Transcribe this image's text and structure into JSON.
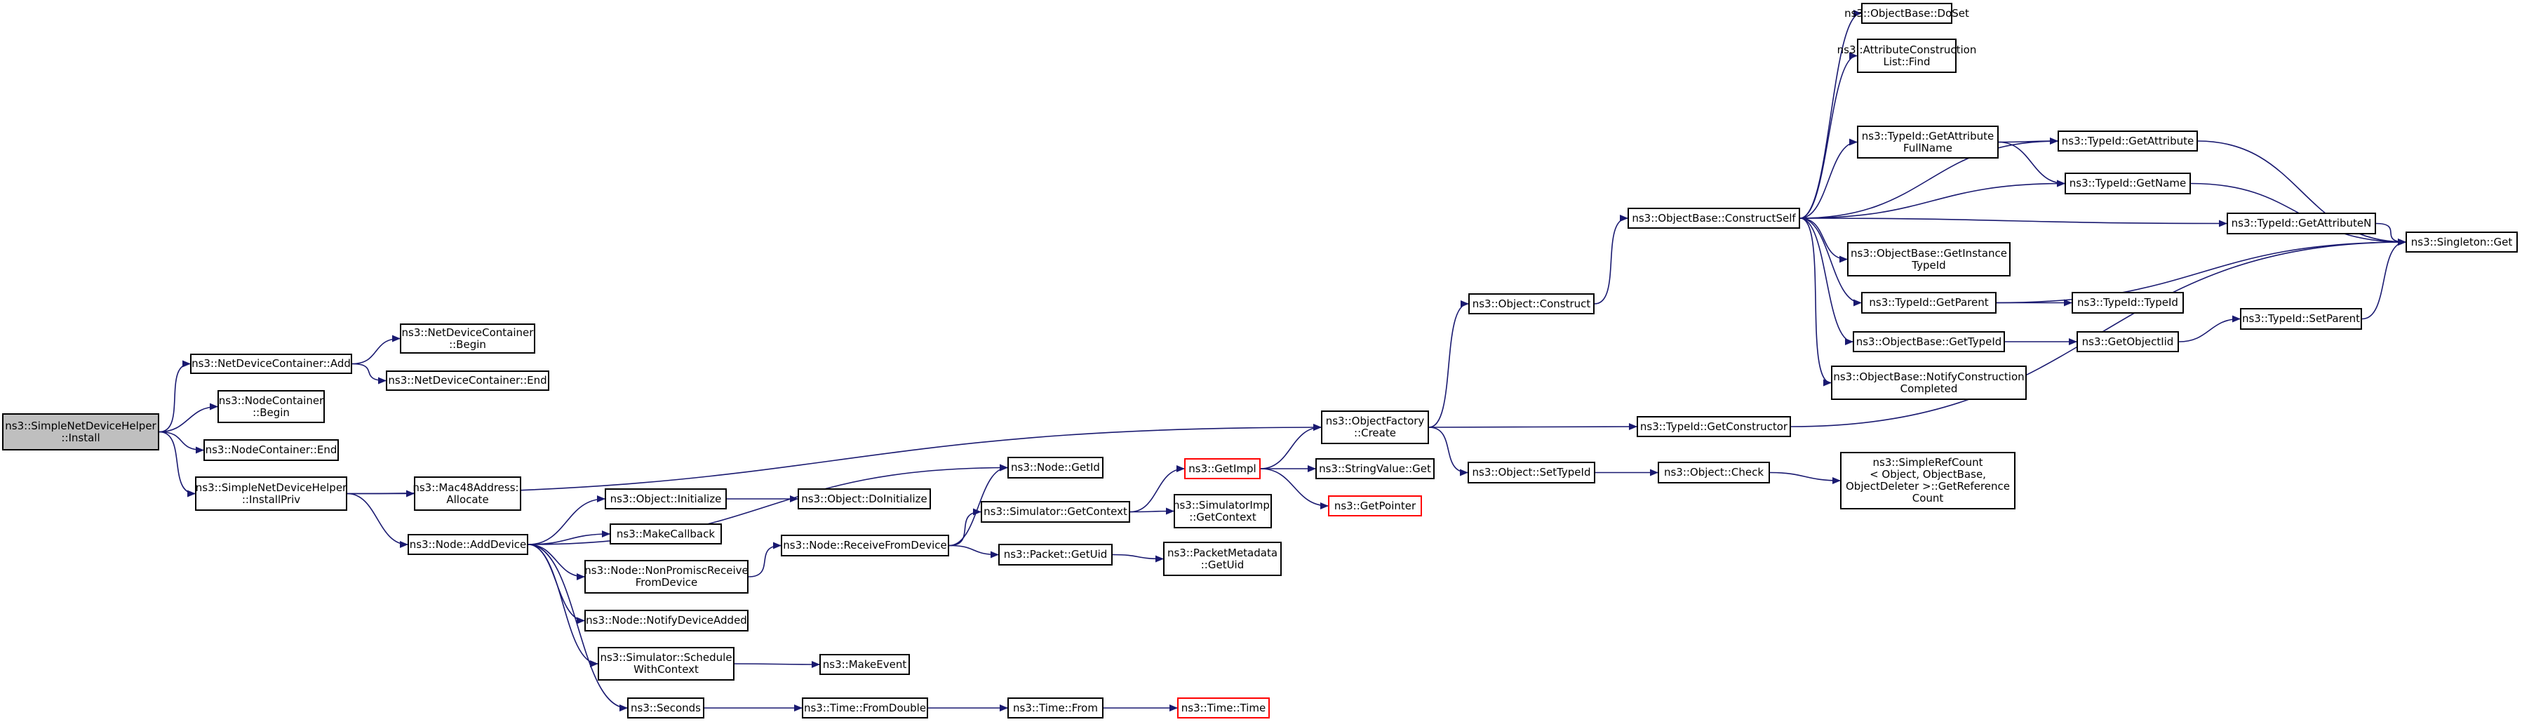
{
  "graph": {
    "edge_color": "#191970",
    "root_fill": "#bfbfbf",
    "truncated_border": "#ff0000",
    "nodes": [
      {
        "id": "n_install",
        "label": "ns3::SimpleNetDeviceHelper\n::Install",
        "root": true
      },
      {
        "id": "n_ndc_add",
        "label": "ns3::NetDeviceContainer::Add"
      },
      {
        "id": "n_ndc_begin",
        "label": "ns3::NetDeviceContainer\n::Begin"
      },
      {
        "id": "n_ndc_end",
        "label": "ns3::NetDeviceContainer::End"
      },
      {
        "id": "n_nc_begin",
        "label": "ns3::NodeContainer\n::Begin"
      },
      {
        "id": "n_nc_end",
        "label": "ns3::NodeContainer::End"
      },
      {
        "id": "n_installpriv",
        "label": "ns3::SimpleNetDeviceHelper\n::InstallPriv"
      },
      {
        "id": "n_mac48",
        "label": "ns3::Mac48Address::\nAllocate"
      },
      {
        "id": "n_adddevice",
        "label": "ns3::Node::AddDevice"
      },
      {
        "id": "n_obj_init",
        "label": "ns3::Object::Initialize"
      },
      {
        "id": "n_obj_doinit",
        "label": "ns3::Object::DoInitialize"
      },
      {
        "id": "n_makecallback",
        "label": "ns3::MakeCallback"
      },
      {
        "id": "n_nonpromisc",
        "label": "ns3::Node::NonPromiscReceive\nFromDevice"
      },
      {
        "id": "n_notifydev",
        "label": "ns3::Node::NotifyDeviceAdded"
      },
      {
        "id": "n_schedctx",
        "label": "ns3::Simulator::Schedule\nWithContext"
      },
      {
        "id": "n_makeevent",
        "label": "ns3::MakeEvent"
      },
      {
        "id": "n_seconds",
        "label": "ns3::Seconds"
      },
      {
        "id": "n_fromdouble",
        "label": "ns3::Time::FromDouble"
      },
      {
        "id": "n_time_from",
        "label": "ns3::Time::From"
      },
      {
        "id": "n_time_time",
        "label": "ns3::Time::Time",
        "truncated": true
      },
      {
        "id": "n_node_getid",
        "label": "ns3::Node::GetId"
      },
      {
        "id": "n_recvdev",
        "label": "ns3::Node::ReceiveFromDevice"
      },
      {
        "id": "n_sim_getctx",
        "label": "ns3::Simulator::GetContext"
      },
      {
        "id": "n_getimpl",
        "label": "ns3::GetImpl",
        "truncated": true
      },
      {
        "id": "n_simimpl_getctx",
        "label": "ns3::SimulatorImpl\n::GetContext"
      },
      {
        "id": "n_pkt_getuid",
        "label": "ns3::Packet::GetUid"
      },
      {
        "id": "n_pktmeta_getuid",
        "label": "ns3::PacketMetadata\n::GetUid"
      },
      {
        "id": "n_of_create",
        "label": "ns3::ObjectFactory\n::Create"
      },
      {
        "id": "n_stringvalue",
        "label": "ns3::StringValue::Get"
      },
      {
        "id": "n_getpointer",
        "label": "ns3::GetPointer",
        "truncated": true
      },
      {
        "id": "n_obj_construct",
        "label": "ns3::Object::Construct"
      },
      {
        "id": "n_obj_settypeid",
        "label": "ns3::Object::SetTypeId"
      },
      {
        "id": "n_obj_check",
        "label": "ns3::Object::Check"
      },
      {
        "id": "n_refcount",
        "label": "ns3::SimpleRefCount\n< Object, ObjectBase,\n ObjectDeleter >::GetReference\nCount"
      },
      {
        "id": "n_tid_getctor",
        "label": "ns3::TypeId::GetConstructor"
      },
      {
        "id": "n_ob_constructself",
        "label": "ns3::ObjectBase::ConstructSelf"
      },
      {
        "id": "n_ob_doset",
        "label": "ns3::ObjectBase::DoSet"
      },
      {
        "id": "n_attrlist_find",
        "label": "ns3::AttributeConstruction\nList::Find"
      },
      {
        "id": "n_tid_getattrfull",
        "label": "ns3::TypeId::GetAttribute\nFullName"
      },
      {
        "id": "n_tid_getattr",
        "label": "ns3::TypeId::GetAttribute"
      },
      {
        "id": "n_tid_getname",
        "label": "ns3::TypeId::GetName"
      },
      {
        "id": "n_tid_getattrn",
        "label": "ns3::TypeId::GetAttributeN"
      },
      {
        "id": "n_ob_getinsttid",
        "label": "ns3::ObjectBase::GetInstance\nTypeId"
      },
      {
        "id": "n_tid_getparent",
        "label": "ns3::TypeId::GetParent"
      },
      {
        "id": "n_tid_typeid",
        "label": "ns3::TypeId::TypeId"
      },
      {
        "id": "n_ob_gettypeid",
        "label": "ns3::ObjectBase::GetTypeId"
      },
      {
        "id": "n_getobjectiid",
        "label": "ns3::GetObjectIid"
      },
      {
        "id": "n_tid_setparent",
        "label": "ns3::TypeId::SetParent"
      },
      {
        "id": "n_ob_notify",
        "label": "ns3::ObjectBase::NotifyConstruction\nCompleted"
      },
      {
        "id": "n_singleton",
        "label": "ns3::Singleton::Get"
      }
    ],
    "edges": [
      [
        "n_install",
        "n_ndc_add"
      ],
      [
        "n_install",
        "n_nc_begin"
      ],
      [
        "n_install",
        "n_nc_end"
      ],
      [
        "n_install",
        "n_installpriv"
      ],
      [
        "n_ndc_add",
        "n_ndc_begin"
      ],
      [
        "n_ndc_add",
        "n_ndc_end"
      ],
      [
        "n_installpriv",
        "n_of_create"
      ],
      [
        "n_installpriv",
        "n_mac48"
      ],
      [
        "n_installpriv",
        "n_adddevice"
      ],
      [
        "n_adddevice",
        "n_node_getid"
      ],
      [
        "n_adddevice",
        "n_obj_init"
      ],
      [
        "n_adddevice",
        "n_makecallback"
      ],
      [
        "n_adddevice",
        "n_nonpromisc"
      ],
      [
        "n_adddevice",
        "n_notifydev"
      ],
      [
        "n_adddevice",
        "n_schedctx"
      ],
      [
        "n_adddevice",
        "n_seconds"
      ],
      [
        "n_obj_init",
        "n_obj_doinit"
      ],
      [
        "n_nonpromisc",
        "n_recvdev"
      ],
      [
        "n_schedctx",
        "n_makeevent"
      ],
      [
        "n_seconds",
        "n_fromdouble"
      ],
      [
        "n_fromdouble",
        "n_time_from"
      ],
      [
        "n_time_from",
        "n_time_time"
      ],
      [
        "n_recvdev",
        "n_node_getid"
      ],
      [
        "n_recvdev",
        "n_sim_getctx"
      ],
      [
        "n_recvdev",
        "n_pkt_getuid"
      ],
      [
        "n_sim_getctx",
        "n_getimpl"
      ],
      [
        "n_sim_getctx",
        "n_simimpl_getctx"
      ],
      [
        "n_pkt_getuid",
        "n_pktmeta_getuid"
      ],
      [
        "n_getimpl",
        "n_of_create"
      ],
      [
        "n_getimpl",
        "n_stringvalue"
      ],
      [
        "n_getimpl",
        "n_getpointer"
      ],
      [
        "n_of_create",
        "n_obj_construct"
      ],
      [
        "n_of_create",
        "n_obj_settypeid"
      ],
      [
        "n_of_create",
        "n_tid_getctor"
      ],
      [
        "n_obj_settypeid",
        "n_obj_check"
      ],
      [
        "n_obj_check",
        "n_refcount"
      ],
      [
        "n_tid_getctor",
        "n_singleton"
      ],
      [
        "n_obj_construct",
        "n_ob_constructself"
      ],
      [
        "n_ob_constructself",
        "n_ob_doset"
      ],
      [
        "n_ob_constructself",
        "n_attrlist_find"
      ],
      [
        "n_ob_constructself",
        "n_tid_getattr"
      ],
      [
        "n_ob_constructself",
        "n_tid_getattrfull"
      ],
      [
        "n_ob_constructself",
        "n_tid_getname"
      ],
      [
        "n_ob_constructself",
        "n_tid_getattrn"
      ],
      [
        "n_ob_constructself",
        "n_ob_getinsttid"
      ],
      [
        "n_ob_constructself",
        "n_tid_getparent"
      ],
      [
        "n_ob_constructself",
        "n_ob_gettypeid"
      ],
      [
        "n_ob_constructself",
        "n_ob_notify"
      ],
      [
        "n_tid_getattrfull",
        "n_tid_getattr"
      ],
      [
        "n_tid_getattrfull",
        "n_tid_getname"
      ],
      [
        "n_tid_getattr",
        "n_singleton"
      ],
      [
        "n_tid_getname",
        "n_singleton"
      ],
      [
        "n_tid_getattrn",
        "n_singleton"
      ],
      [
        "n_tid_getparent",
        "n_singleton"
      ],
      [
        "n_tid_getparent",
        "n_tid_typeid"
      ],
      [
        "n_ob_gettypeid",
        "n_getobjectiid"
      ],
      [
        "n_getobjectiid",
        "n_tid_setparent"
      ],
      [
        "n_tid_setparent",
        "n_singleton"
      ]
    ]
  }
}
